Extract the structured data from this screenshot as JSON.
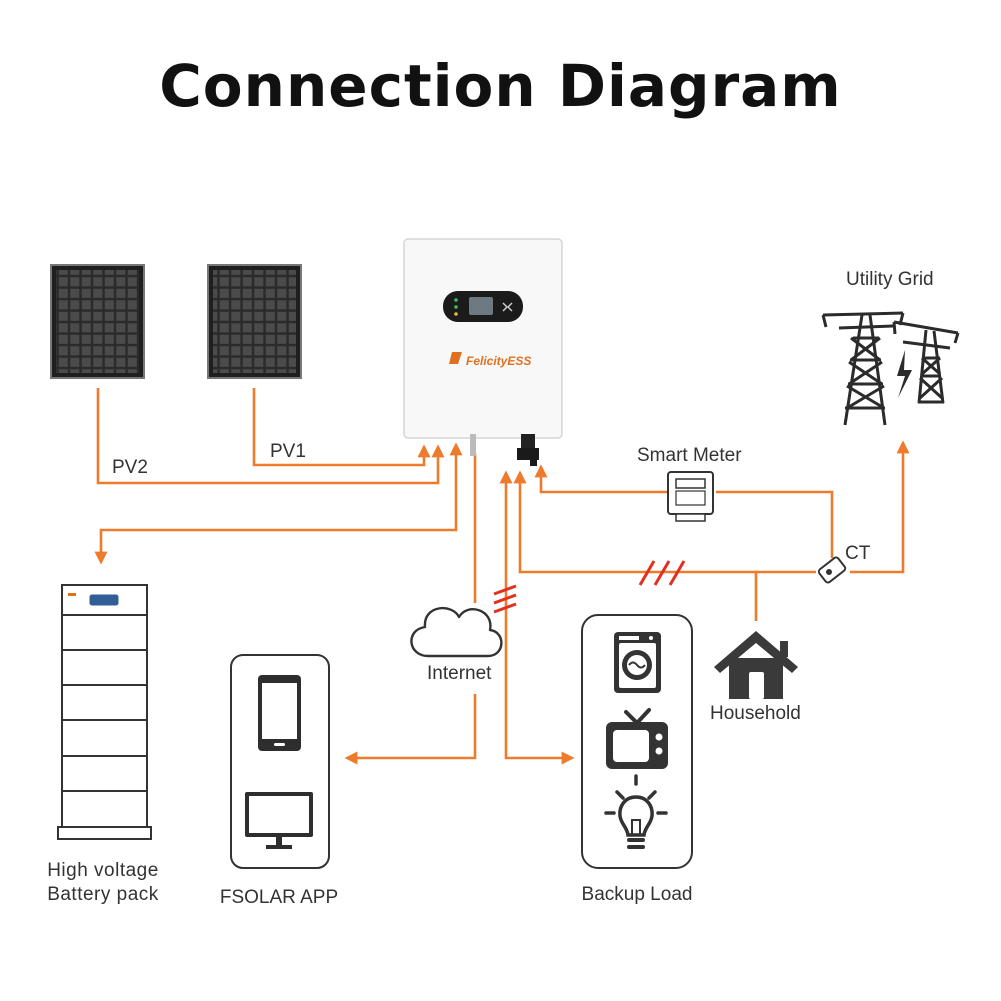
{
  "title": "Connection Diagram",
  "labels": {
    "pv2": "PV2",
    "pv1": "PV1",
    "utility_grid": "Utility Grid",
    "smart_meter": "Smart Meter",
    "ct": "CT",
    "internet": "Internet",
    "household": "Household",
    "battery_line1": "High voltage",
    "battery_line2": "Battery pack",
    "app": "FSOLAR APP",
    "backup_load": "Backup Load"
  },
  "inverter_brand": "FelicityESS",
  "colors": {
    "wire": "#ee7a2c",
    "outline": "#333333",
    "title": "#111111",
    "fault_mark": "#e0301e"
  },
  "icons": [
    "solar-panel-icon",
    "inverter-icon",
    "transmission-tower-icon",
    "smart-meter-icon",
    "ct-clamp-icon",
    "cloud-icon",
    "house-icon",
    "battery-stack-icon",
    "smartphone-icon",
    "monitor-icon",
    "washing-machine-icon",
    "tv-icon",
    "light-bulb-icon"
  ]
}
